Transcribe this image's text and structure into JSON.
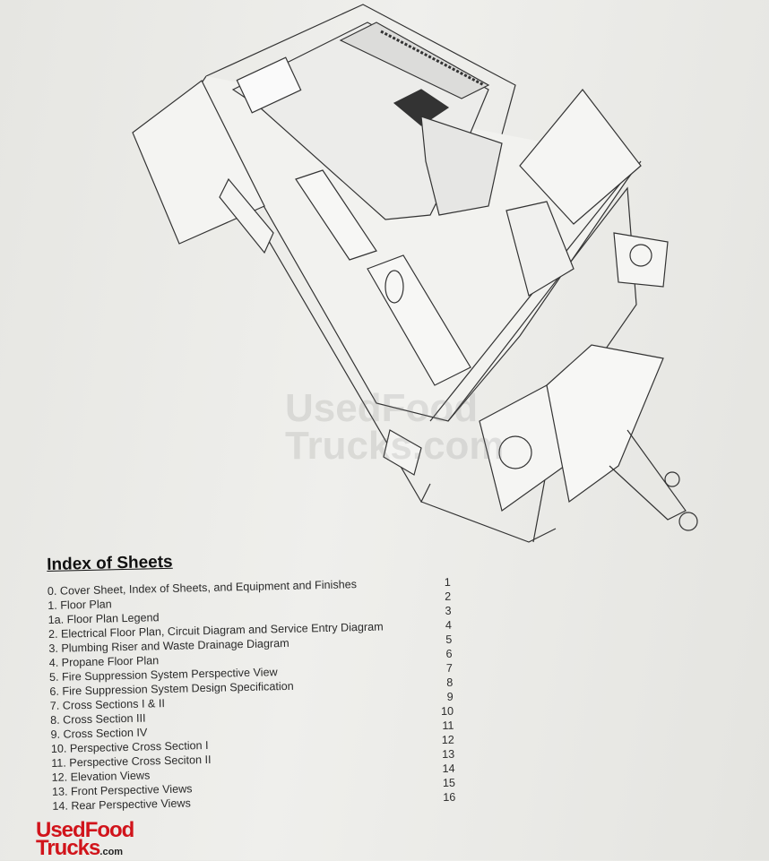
{
  "index": {
    "title": "Index of Sheets",
    "entries": [
      {
        "label": "0. Cover Sheet, Index of Sheets, and Equipment and Finishes",
        "page": "1"
      },
      {
        "label": "1. Floor Plan",
        "page": "2"
      },
      {
        "label": "1a. Floor Plan Legend",
        "page": "3"
      },
      {
        "label": "2. Electrical Floor Plan, Circuit Diagram and Service Entry Diagram",
        "page": "4"
      },
      {
        "label": "3. Plumbing Riser and Waste Drainage Diagram",
        "page": "5"
      },
      {
        "label": "4. Propane Floor Plan",
        "page": "6"
      },
      {
        "label": "5. Fire Suppression System Perspective View",
        "page": "7"
      },
      {
        "label": "6. Fire Suppression System Design Specification",
        "page": "8"
      },
      {
        "label": "7. Cross Sections I & II",
        "page": "9"
      },
      {
        "label": "8. Cross Section III",
        "page": "10"
      },
      {
        "label": "9. Cross Section IV",
        "page": "11"
      },
      {
        "label": "10. Perspective Cross Section I",
        "page": "12"
      },
      {
        "label": "11. Perspective Cross Seciton II",
        "page": "13"
      },
      {
        "label": "12. Elevation Views",
        "page": "14"
      },
      {
        "label": "13. Front Perspective Views",
        "page": "15"
      },
      {
        "label": "14. Rear Perspective Views",
        "page": "16"
      }
    ]
  },
  "watermark": {
    "line1": "UsedFood",
    "line2": "Trucks.com"
  },
  "logo": {
    "line1": "UsedFood",
    "line2": "Trucks",
    "suffix": ".com"
  },
  "colors": {
    "logo_red": "#d1141b"
  }
}
